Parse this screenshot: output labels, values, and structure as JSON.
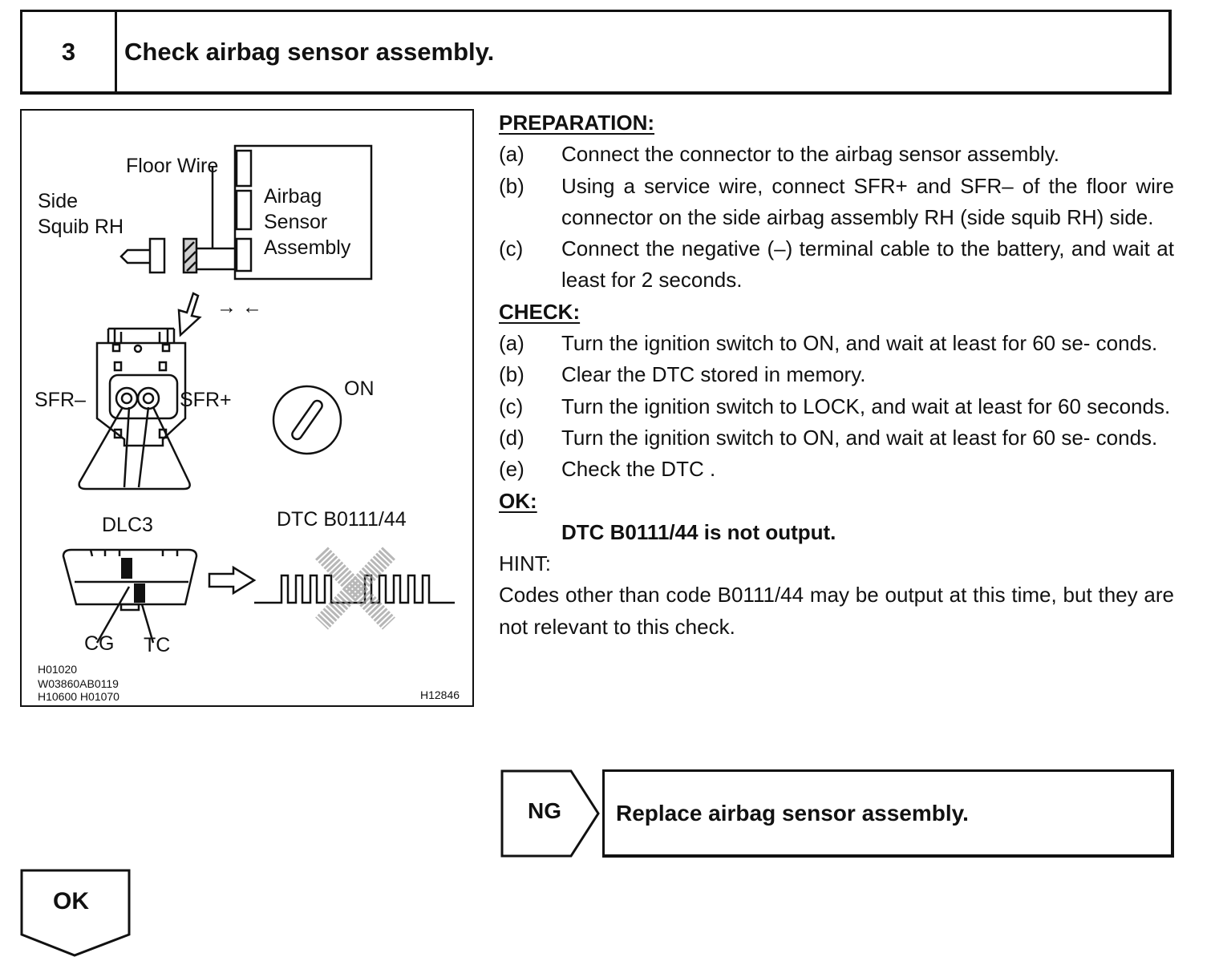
{
  "step": {
    "number": "3",
    "title": "Check airbag sensor assembly."
  },
  "figure": {
    "labels": {
      "floor_wire": "Floor Wire",
      "side": "Side",
      "squib_rh": "Squib RH",
      "airbag": "Airbag",
      "sensor": "Sensor",
      "assembly": "Assembly",
      "arrows": "→ ←",
      "on": "ON",
      "sfr_minus": "SFR–",
      "sfr_plus": "SFR+",
      "dlc3": "DLC3",
      "dtc": "DTC B0111/44",
      "cg": "CG",
      "tc": "TC"
    },
    "codes": {
      "code1": "H01020",
      "code2": "W03860AB0119",
      "code3": "H10600 H01070",
      "ref": "H12846"
    }
  },
  "preparation": {
    "heading": "PREPARATION:",
    "items": [
      {
        "label": "(a)",
        "text": "Connect the connector to the airbag sensor assembly."
      },
      {
        "label": "(b)",
        "text": "Using a service wire, connect SFR+ and SFR– of the floor wire connector on the side airbag assembly RH (side squib RH) side."
      },
      {
        "label": "(c)",
        "text": "Connect the negative (–) terminal cable to the battery, and wait at least for 2 seconds."
      }
    ]
  },
  "check": {
    "heading": "CHECK:",
    "items": [
      {
        "label": "(a)",
        "text": "Turn the ignition switch to ON, and wait at least for 60 se- conds."
      },
      {
        "label": "(b)",
        "text": "Clear the DTC stored in memory."
      },
      {
        "label": "(c)",
        "text": "Turn the ignition switch to LOCK, and wait at least for 60 seconds."
      },
      {
        "label": "(d)",
        "text": "Turn the ignition switch to ON, and wait at least for 60 se- conds."
      },
      {
        "label": "(e)",
        "text": "Check the DTC ."
      }
    ]
  },
  "ok": {
    "heading": "OK:",
    "value": "DTC B0111/44 is not output."
  },
  "hint": {
    "heading": "HINT:",
    "text": "Codes other than code B0111/44 may be output at this time, but they are not relevant to this check."
  },
  "ng": {
    "label": "NG",
    "action": "Replace airbag sensor assembly."
  },
  "ok_flow": {
    "label": "OK"
  }
}
